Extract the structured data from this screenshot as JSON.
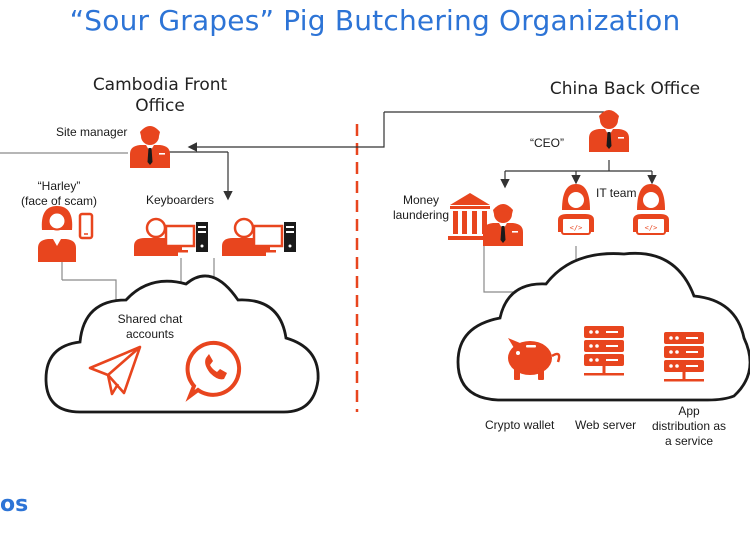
{
  "title": "“Sour Grapes” Pig Butchering Organization",
  "cambodia": {
    "header_line1": "Cambodia Front",
    "header_line2": "Office",
    "site_manager": "Site manager",
    "harley_line1": "“Harley”",
    "harley_line2": "(face of scam)",
    "keyboarders": "Keyboarders",
    "cloud_line1": "Shared chat",
    "cloud_line2": "accounts"
  },
  "china": {
    "header": "China Back Office",
    "ceo": "“CEO”",
    "money_line1": "Money",
    "money_line2": "laundering",
    "it_team": "IT team",
    "crypto_wallet": "Crypto wallet",
    "web_server": "Web server",
    "app_line1": "App",
    "app_line2": "distribution as",
    "app_line3": "a service"
  },
  "logo_text": "os",
  "colors": {
    "accent": "#e8451e",
    "title": "#2d74d6",
    "line": "#8a8a8a"
  },
  "icons": [
    "person-icon",
    "suit-person-icon",
    "female-person-icon",
    "computer-icon",
    "bank-icon",
    "developer-icon",
    "telegram-icon",
    "whatsapp-icon",
    "piggy-bank-icon",
    "server-icon"
  ]
}
